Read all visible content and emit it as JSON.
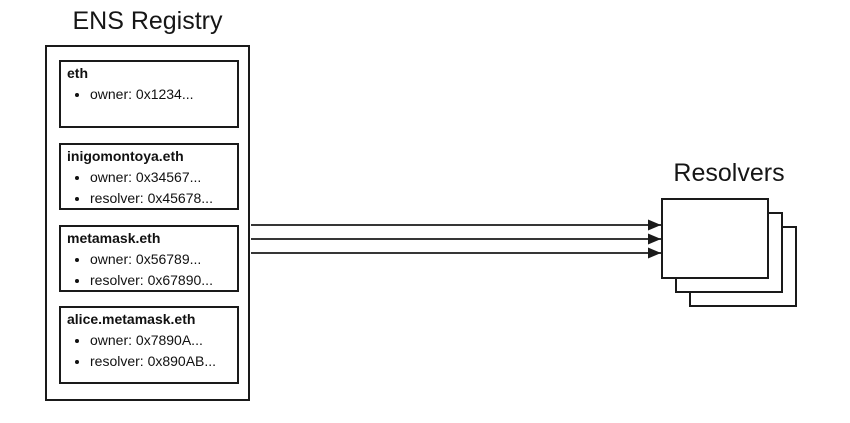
{
  "registry": {
    "title": "ENS Registry",
    "entries": [
      {
        "name": "eth",
        "bullets": [
          "owner: 0x1234..."
        ]
      },
      {
        "name": "inigomontoya.eth",
        "bullets": [
          "owner: 0x34567...",
          "resolver: 0x45678..."
        ]
      },
      {
        "name": "metamask.eth",
        "bullets": [
          "owner: 0x56789...",
          "resolver: 0x67890..."
        ]
      },
      {
        "name": "alice.metamask.eth",
        "bullets": [
          "owner: 0x7890A...",
          "resolver: 0x890AB..."
        ]
      }
    ]
  },
  "resolvers": {
    "title": "Resolvers",
    "stack_count": 3
  },
  "arrows": {
    "count": 3
  },
  "colors": {
    "stroke": "#1a1a1a",
    "background": "#ffffff"
  }
}
